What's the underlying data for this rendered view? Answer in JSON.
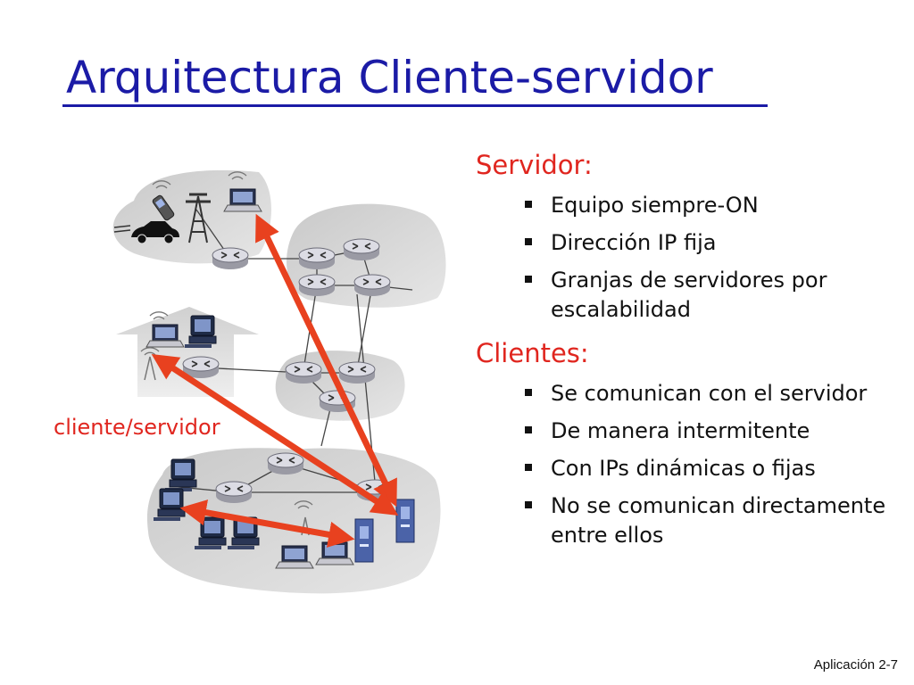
{
  "slide": {
    "title": "Arquitectura Cliente-servidor",
    "footer": "Aplicación 2-7"
  },
  "diagram": {
    "client_server_label": "cliente/servidor",
    "accent_color": "#e0261f",
    "icons": [
      "router-icon",
      "laptop-icon",
      "desktop-computer-icon",
      "server-tower-icon",
      "cell-phone-icon",
      "car-icon",
      "radio-tower-icon",
      "house-icon"
    ]
  },
  "server": {
    "heading": "Servidor:",
    "items": [
      "Equipo siempre-ON",
      "Dirección IP fija",
      "Granjas de servidores por escalabilidad"
    ]
  },
  "clients": {
    "heading": "Clientes:",
    "items": [
      "Se comunican con el servidor",
      "De manera intermitente",
      "Con IPs dinámicas o fijas",
      "No se comunican directamente entre ellos"
    ]
  },
  "colors": {
    "title": "#1b1ba6",
    "heading": "#e0261f",
    "text": "#111111"
  }
}
